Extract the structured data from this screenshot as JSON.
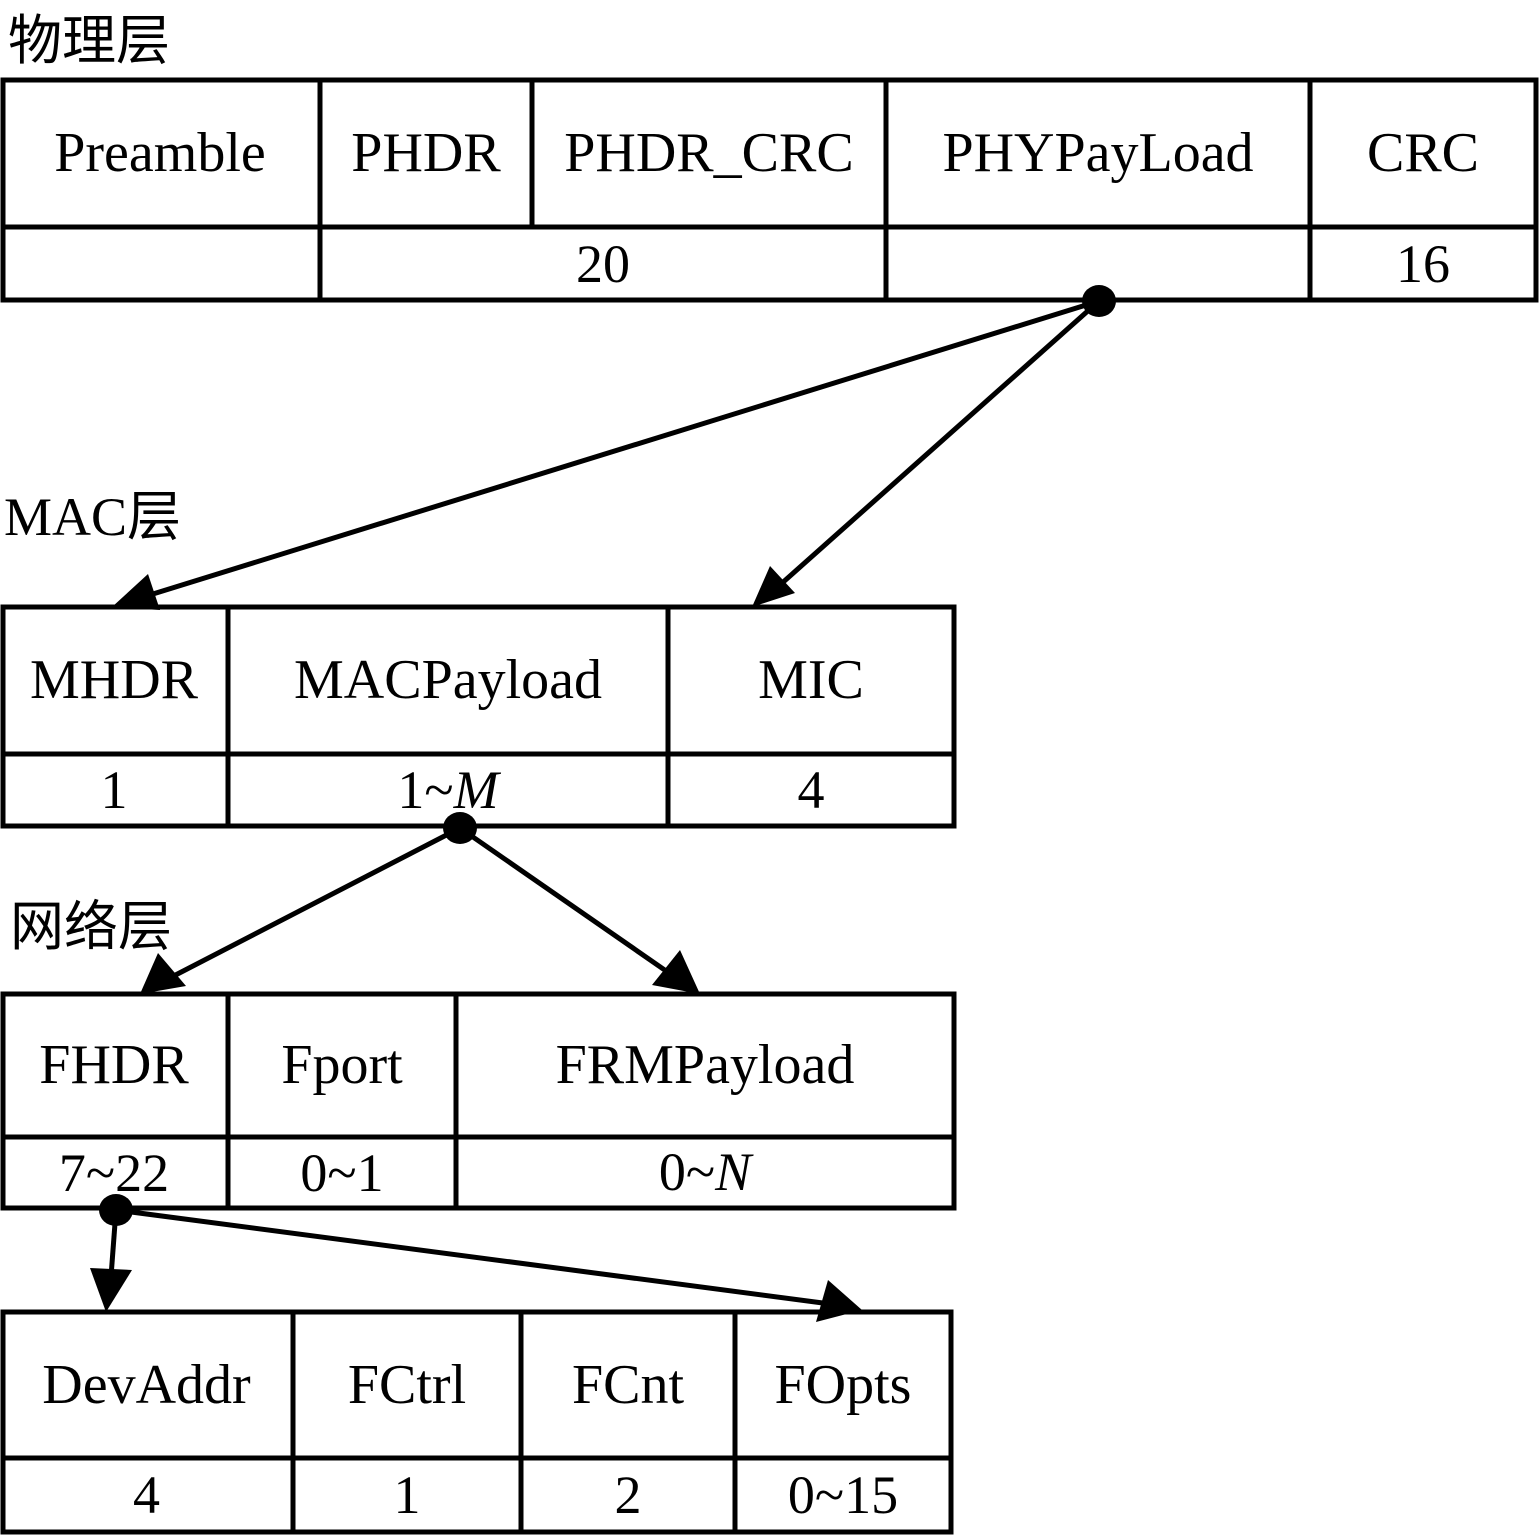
{
  "colors": {
    "line": "#000000",
    "background": "#ffffff"
  },
  "layers": {
    "physical": {
      "label": "物理层",
      "fields": [
        "Preamble",
        "PHDR",
        "PHDR_CRC",
        "PHYPayLoad",
        "CRC"
      ],
      "sizes": {
        "preamble": "",
        "phdr_group": "20",
        "phypayload": "",
        "crc": "16"
      }
    },
    "mac": {
      "label": "MAC层",
      "fields": [
        "MHDR",
        "MACPayload",
        "MIC"
      ],
      "sizes": {
        "mhdr": "1",
        "macpayload_prefix": "1~",
        "macpayload_var": "M",
        "mic": "4"
      }
    },
    "network": {
      "label": "网络层",
      "fields": [
        "FHDR",
        "Fport",
        "FRMPayload"
      ],
      "sizes": {
        "fhdr": "7~22",
        "fport": "0~1",
        "frmpayload_prefix": "0~",
        "frmpayload_var": "N"
      }
    },
    "fhdr": {
      "fields": [
        "DevAddr",
        "FCtrl",
        "FCnt",
        "FOpts"
      ],
      "sizes": [
        "4",
        "1",
        "2",
        "0~15"
      ]
    }
  },
  "connections": [
    {
      "from": "PHYPayLoad",
      "to": "MHDR"
    },
    {
      "from": "PHYPayLoad",
      "to": "MIC"
    },
    {
      "from": "MACPayload",
      "to": "FHDR"
    },
    {
      "from": "MACPayload",
      "to": "FRMPayload"
    },
    {
      "from": "FHDR",
      "to": "DevAddr"
    },
    {
      "from": "FHDR",
      "to": "FOpts"
    }
  ]
}
